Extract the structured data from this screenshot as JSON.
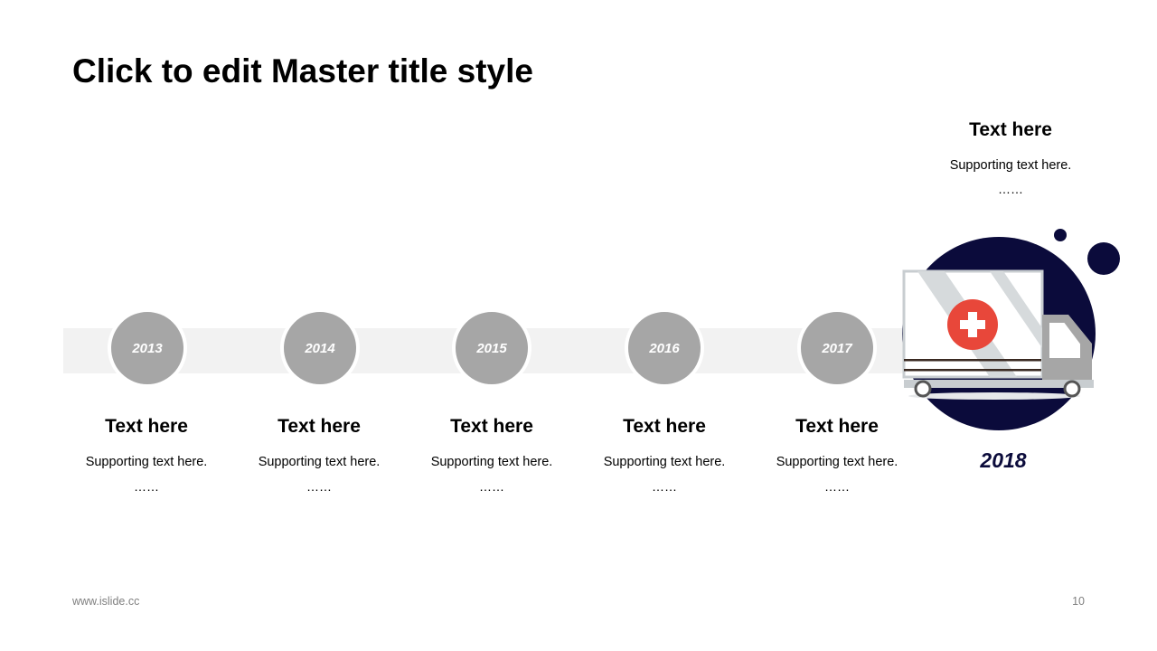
{
  "slide": {
    "title": "Click to edit Master title style",
    "timeline": [
      {
        "year": "2013",
        "heading": "Text here",
        "support": "Supporting text here.",
        "dots": "……"
      },
      {
        "year": "2014",
        "heading": "Text here",
        "support": "Supporting text here.",
        "dots": "……"
      },
      {
        "year": "2015",
        "heading": "Text here",
        "support": "Supporting text here.",
        "dots": "……"
      },
      {
        "year": "2016",
        "heading": "Text here",
        "support": "Supporting text here.",
        "dots": "……"
      },
      {
        "year": "2017",
        "heading": "Text here",
        "support": "Supporting text here.",
        "dots": "……"
      }
    ],
    "final": {
      "year": "2018",
      "heading": "Text here",
      "support": "Supporting text here.",
      "dots": "……"
    },
    "footer": {
      "website": "www.islide.cc",
      "page_number": "10"
    }
  },
  "colors": {
    "circle_gray": "#a6a6a6",
    "band_gray": "#f2f2f2",
    "accent_navy": "#0b0b3b",
    "cross_red": "#e8473a"
  },
  "icons": {
    "final_illustration": "ambulance-icon"
  }
}
